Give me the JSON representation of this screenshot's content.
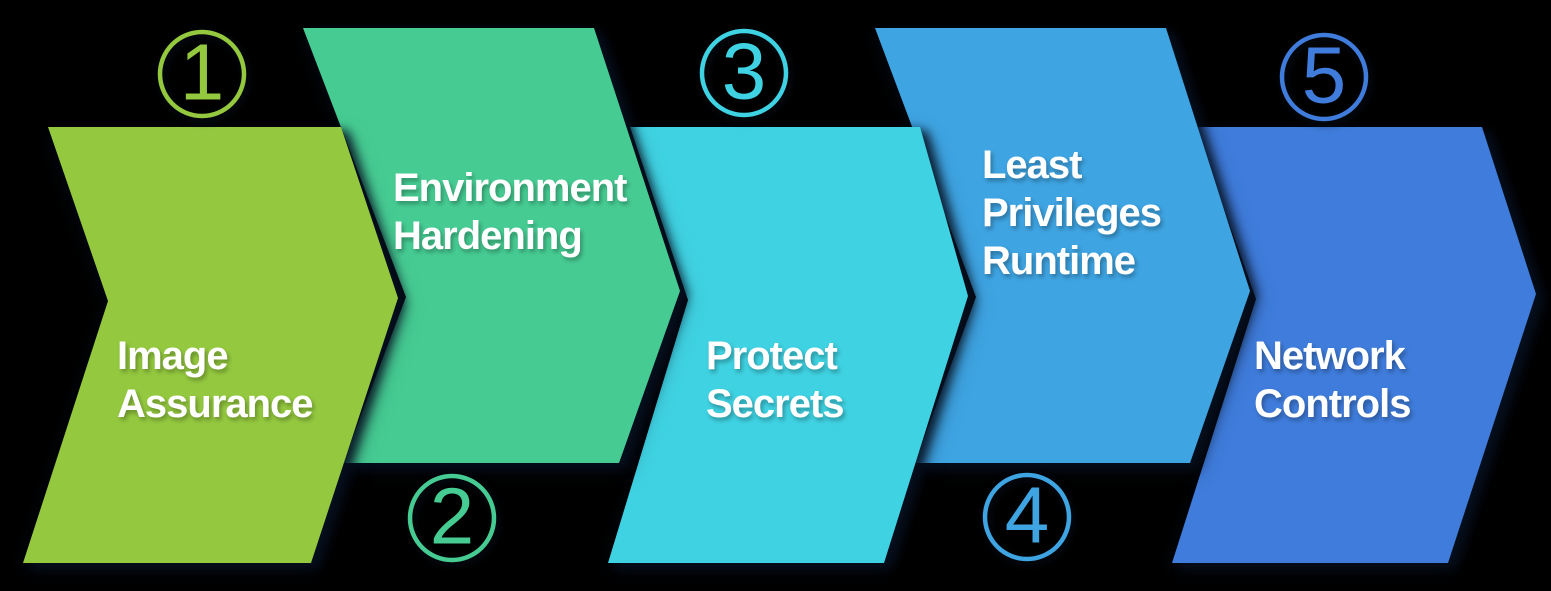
{
  "background_color": "#000000",
  "text_color": "#FFFFFF",
  "steps": [
    {
      "number": "1",
      "lines": [
        "Image",
        "Assurance"
      ],
      "color": "#94C93F",
      "badge_position": "top"
    },
    {
      "number": "2",
      "lines": [
        "Environment",
        "Hardening"
      ],
      "color": "#46CC93",
      "badge_position": "bottom"
    },
    {
      "number": "3",
      "lines": [
        "Protect",
        "Secrets"
      ],
      "color": "#3FD2E2",
      "badge_position": "top"
    },
    {
      "number": "4",
      "lines": [
        "Least",
        "Privileges",
        "Runtime"
      ],
      "color": "#3EA4E2",
      "badge_position": "bottom"
    },
    {
      "number": "5",
      "lines": [
        "Network",
        "Controls"
      ],
      "color": "#3F7CDB",
      "badge_position": "top"
    }
  ]
}
